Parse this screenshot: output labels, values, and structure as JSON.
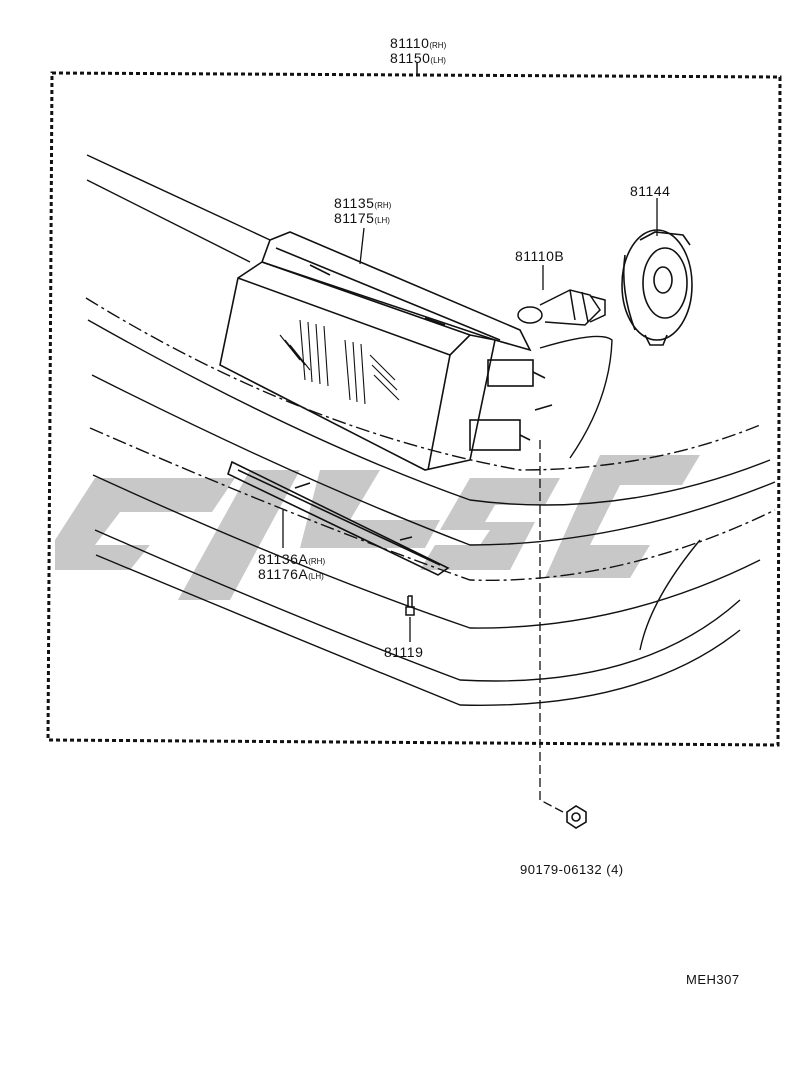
{
  "colors": {
    "ink": "#111111",
    "watermark": "#c8c8c8",
    "paper": "#ffffff"
  },
  "labels": {
    "assembly_rh": {
      "code": "81110",
      "suffix": "(RH)"
    },
    "assembly_lh": {
      "code": "81150",
      "suffix": "(LH)"
    },
    "unit_rh": {
      "code": "81135",
      "suffix": "(RH)"
    },
    "unit_lh": {
      "code": "81175",
      "suffix": "(LH)"
    },
    "bulb": {
      "code": "81110B",
      "suffix": ""
    },
    "socket_cover": {
      "code": "81144",
      "suffix": ""
    },
    "trim_rh": {
      "code": "81136A",
      "suffix": "(RH)"
    },
    "trim_lh": {
      "code": "81176A",
      "suffix": "(LH)"
    },
    "screw": {
      "code": "81119",
      "suffix": ""
    },
    "nut": {
      "code": "90179-06132 (4)",
      "suffix": ""
    }
  },
  "diagram_code": "MEH307"
}
